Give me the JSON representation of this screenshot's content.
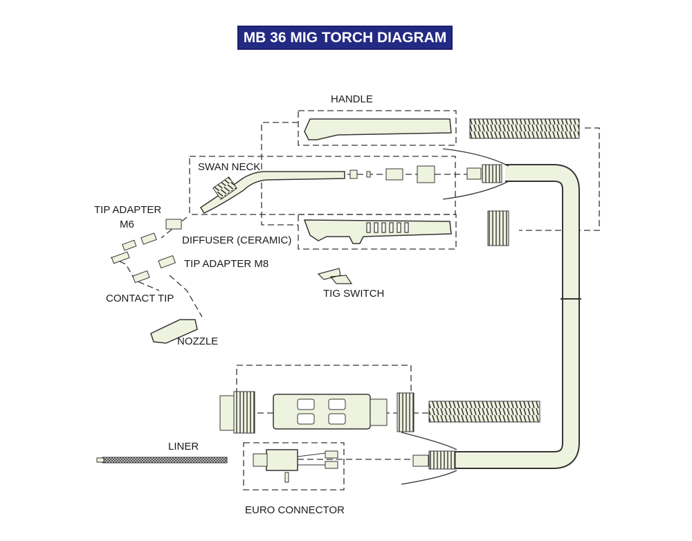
{
  "title": "MB 36 MIG TORCH DIAGRAM",
  "labels": {
    "handle": "HANDLE",
    "swan_neck": "SWAN NECK",
    "tip_adapter_m6_line1": "TIP ADAPTER",
    "tip_adapter_m6_line2": "M6",
    "diffuser": "DIFFUSER (CERAMIC)",
    "tip_adapter_m8": "TIP ADAPTER M8",
    "contact_tip": "CONTACT TIP",
    "tig_switch": "TIG SWITCH",
    "nozzle": "NOZZLE",
    "liner": "LINER",
    "euro_connector": "EURO CONNECTOR"
  },
  "colors": {
    "title_bg": "#232a83",
    "part_fill": "#eef3df",
    "outline": "#444444"
  }
}
